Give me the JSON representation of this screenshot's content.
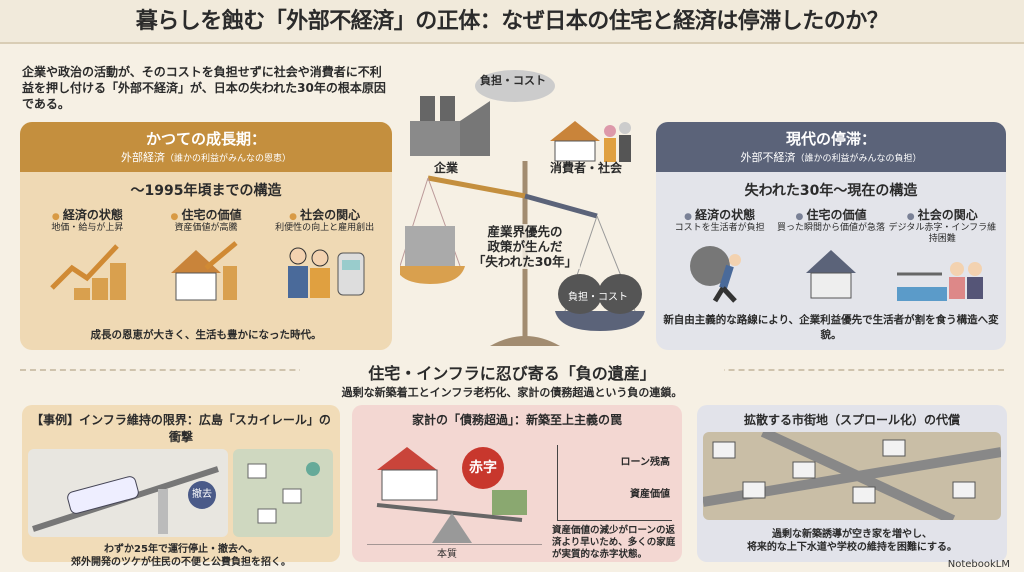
{
  "title": "暮らしを蝕む「外部不経済」の正体：なぜ日本の住宅と経済は停滞したのか？",
  "intro": "企業や政治の活動が、そのコストを負担せずに社会や消費者に不利益を押し付ける「外部不経済」が、日本の失われた30年の根本原因である。",
  "left": {
    "heading": "かつての成長期：",
    "subheading": "外部経済",
    "subnote": "（誰かの利益がみんなの恩恵）",
    "structure": "〜1995年頃までの構造",
    "items": [
      {
        "title": "経済の状態",
        "desc": "地価・給与が上昇"
      },
      {
        "title": "住宅の価値",
        "desc": "資産価値が高騰"
      },
      {
        "title": "社会の関心",
        "desc": "利便性の向上と雇用創出"
      }
    ],
    "footer": "成長の恩恵が大きく、生活も豊かになった時代。"
  },
  "center": {
    "cloud": "負担・コスト",
    "company": "企業",
    "consumer": "消費者・社会",
    "scale_text": [
      "産業界優先の",
      "政策が生んだ",
      "「失われた30年」"
    ],
    "bag_label": "負担・コスト"
  },
  "right": {
    "heading": "現代の停滞：",
    "subheading": "外部不経済",
    "subnote": "（誰かの利益がみんなの負担）",
    "structure": "失われた30年〜現在の構造",
    "items": [
      {
        "title": "経済の状態",
        "desc": "コストを生活者が負担"
      },
      {
        "title": "住宅の価値",
        "desc": "買った瞬間から価値が急落"
      },
      {
        "title": "社会の関心",
        "desc": "デジタル赤字・インフラ維持困難"
      }
    ],
    "footer": "新自由主義的な路線により、企業利益優先で生活者が割を食う構造へ変貌。"
  },
  "section2": {
    "title": "住宅・インフラに忍び寄る「負の遺産」",
    "subtitle": "過剰な新築着工とインフラ老朽化、家計の債務超過という負の連鎖。"
  },
  "cards": [
    {
      "title": "【事例】インフラ維持の限界：広島「スカイレール」の衝撃",
      "badge": "撤去",
      "desc": [
        "わずか25年で運行停止・撤去へ。",
        "郊外開発のツケが住民の不便と公費負担を招く。"
      ]
    },
    {
      "title": "家計の「債務超過」：新築至上主義の罠",
      "badge": "赤字",
      "base": "本質",
      "loan": "ローン残高",
      "asset": "資産価値",
      "desc": "資産価値の減少がローンの返済より早いため、多くの家庭が実質的な赤字状態。"
    },
    {
      "title": "拡散する市街地（スプロール化）の代償",
      "desc": [
        "過剰な新築誘導が空き家を増やし、",
        "将来的な上下水道や学校の維持を困難にする。"
      ]
    }
  ],
  "logo": "NotebookLM",
  "colors": {
    "gold": "#c48f3e",
    "slate": "#5b6379",
    "red": "#c8372d"
  }
}
